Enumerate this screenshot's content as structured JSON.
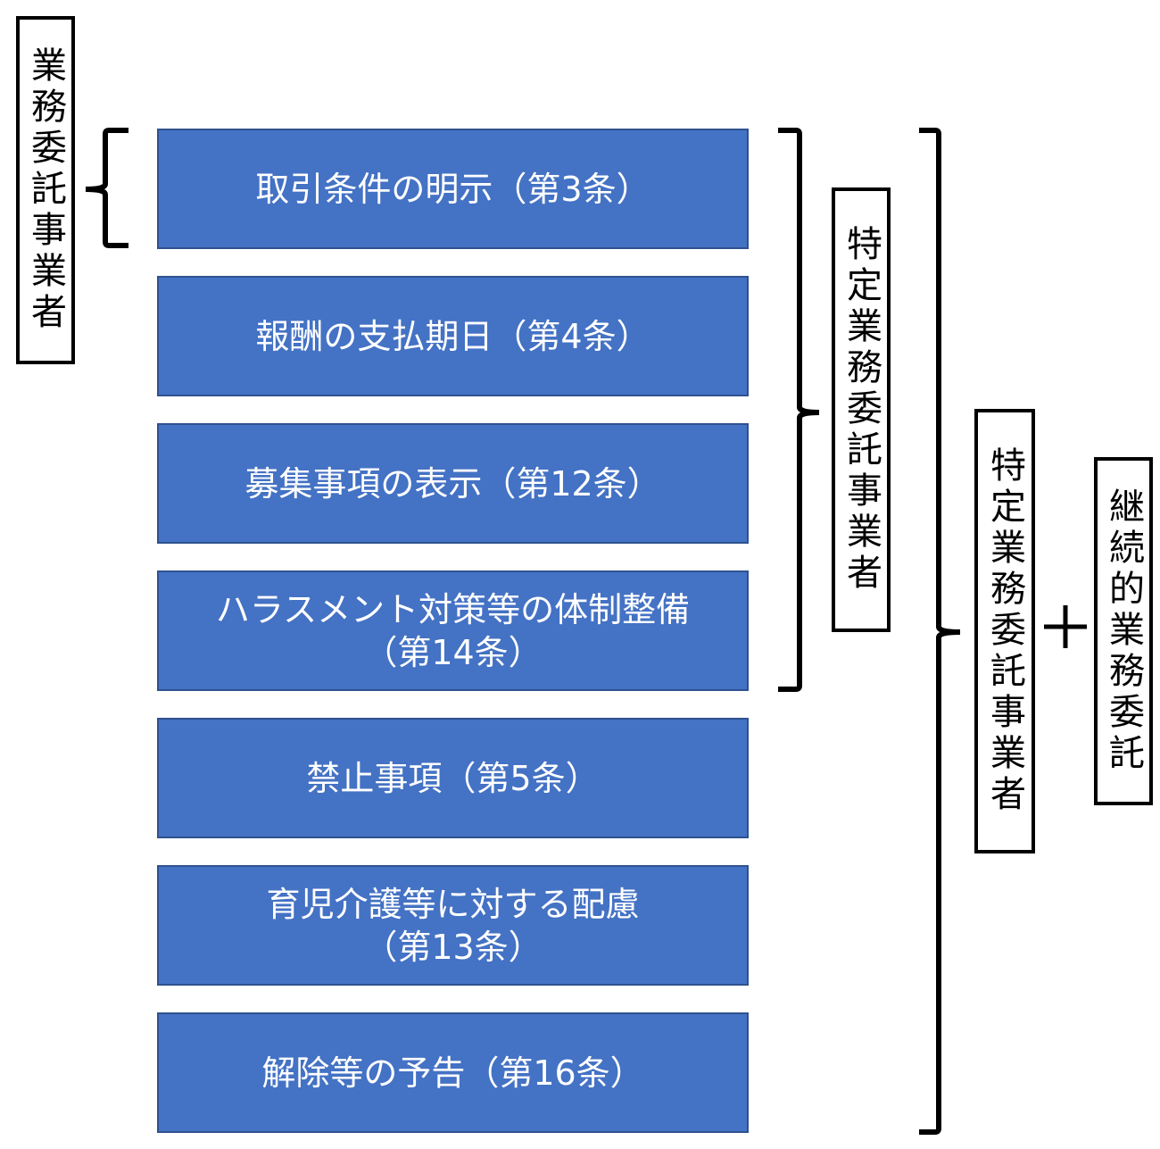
{
  "labels": {
    "business_outsourcer": "業務委託事業者",
    "specified_outsourcer": "特定業務委託事業者",
    "specified_outsourcer_2": "特定業務委託事業者",
    "continuous_outsourcing": "継続的業務委託"
  },
  "obligations": [
    {
      "line1": "取引条件の明示（第3条）",
      "line2": ""
    },
    {
      "line1": "報酬の支払期日（第4条）",
      "line2": ""
    },
    {
      "line1": "募集事項の表示（第12条）",
      "line2": ""
    },
    {
      "line1": "ハラスメント対策等の体制整備",
      "line2": "（第14条）"
    },
    {
      "line1": "禁止事項（第5条）",
      "line2": ""
    },
    {
      "line1": "育児介護等に対する配慮",
      "line2": "（第13条）"
    },
    {
      "line1": "解除等の予告（第16条）",
      "line2": ""
    }
  ],
  "colors": {
    "box_fill": "#4472c4",
    "box_border": "#2f528f",
    "box_text": "#ffffff"
  }
}
